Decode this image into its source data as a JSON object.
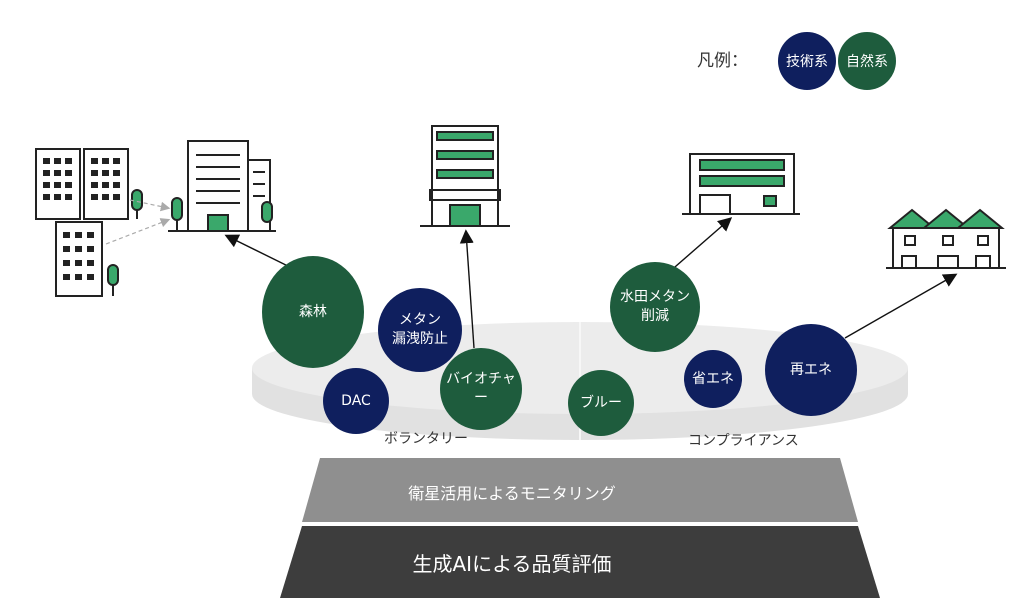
{
  "legend": {
    "title": "凡例：",
    "items": [
      {
        "label": "技術系",
        "color": "#0f1f5e"
      },
      {
        "label": "自然系",
        "color": "#1e5c3d"
      }
    ]
  },
  "colors": {
    "tech": "#0f1f5e",
    "nature": "#1e5c3d",
    "building_green": "#3aa86b"
  },
  "bubbles": {
    "forest": "森林",
    "methane_leak_1": "メタン",
    "methane_leak_2": "漏洩防止",
    "dac": "DAC",
    "biochar": "バイオチャー",
    "blue": "ブルー",
    "rice_methane_1": "水田メタン",
    "rice_methane_2": "削減",
    "energy_saving": "省エネ",
    "renewable": "再エネ"
  },
  "disk": {
    "left_label": "ボランタリー",
    "right_label": "コンプライアンス"
  },
  "pyramid": {
    "upper": "衛星活用によるモニタリング",
    "lower": "生成AIによる品質評価"
  },
  "icons": [
    "office-buildings-icon",
    "building-complex-icon",
    "factory-icon",
    "houses-icon"
  ]
}
